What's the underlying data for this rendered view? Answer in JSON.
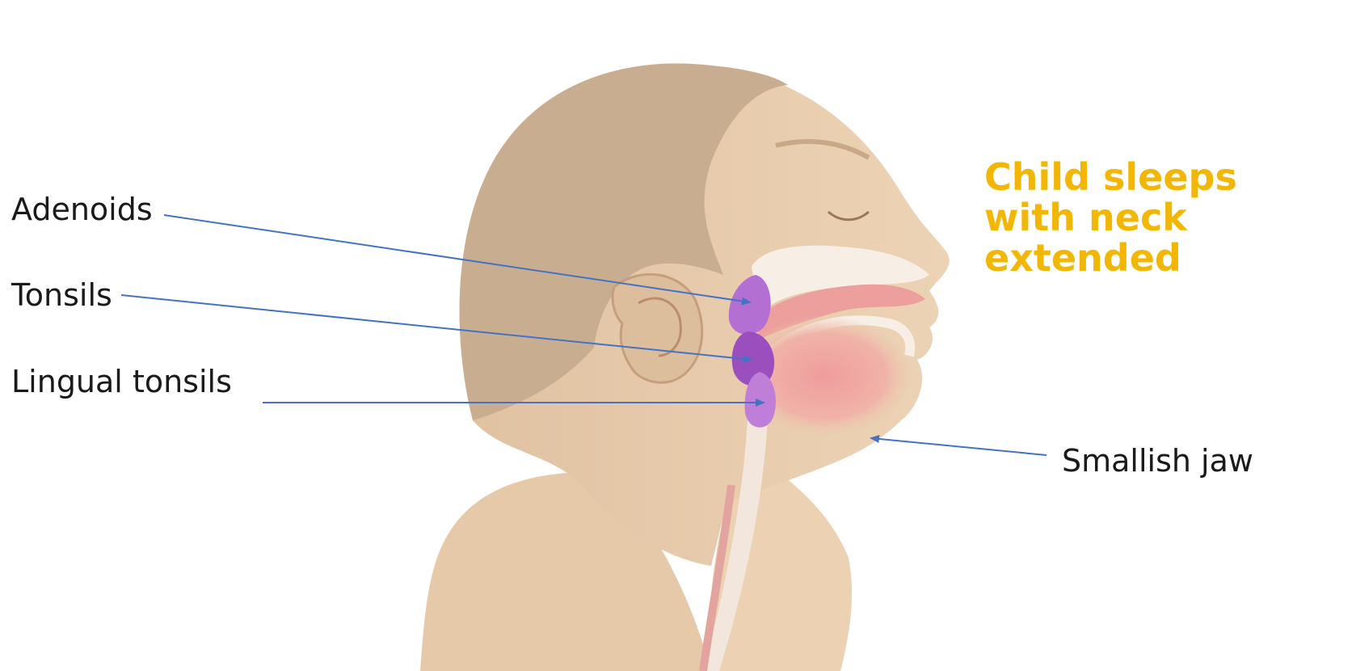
{
  "labels": {
    "adenoids": "Adenoids",
    "tonsils": "Tonsils",
    "lingual_tonsils": "Lingual tonsils",
    "smallish_jaw": "Smallish jaw"
  },
  "callout": "Child sleeps\nwith neck\nextended",
  "colors": {
    "callout": "#f2b705",
    "leader_line": "#4472c4",
    "skin": "#e9cfb0",
    "hair": "#c4a98c",
    "tonsil_tissue": "#b36fd1",
    "tongue": "#e99a9a"
  }
}
